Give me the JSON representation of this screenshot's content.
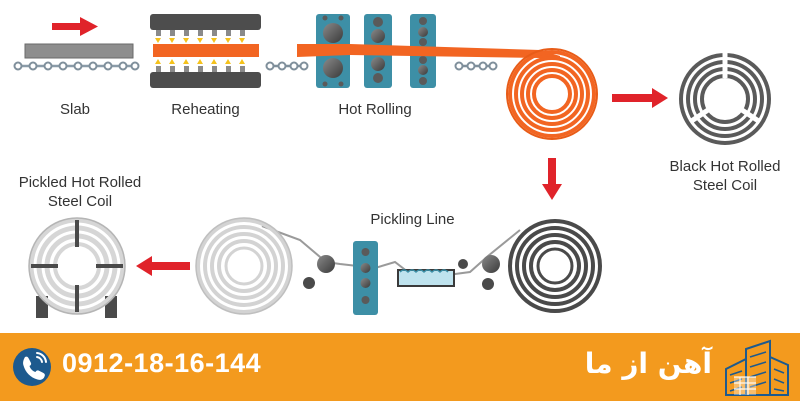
{
  "labels": {
    "slab": "Slab",
    "reheating": "Reheating",
    "hot_rolling": "Hot Rolling",
    "black_coil_line1": "Black Hot Rolled",
    "black_coil_line2": "Steel Coil",
    "pickling_line": "Pickling Line",
    "pickled_coil_line1": "Pickled Hot Rolled",
    "pickled_coil_line2": "Steel Coil"
  },
  "footer": {
    "phone": "0912-18-16-144",
    "brand": "آهن از ما"
  },
  "colors": {
    "arrow": "#e0232a",
    "orange": "#f26522",
    "footer": "#f39a1e",
    "teal": "#3d8fa6",
    "dark_gray": "#5a5a5a",
    "light_gray": "#d9d9d9"
  },
  "icons": [
    "phone-icon",
    "building-logo-icon",
    "flow-arrow-icon"
  ]
}
